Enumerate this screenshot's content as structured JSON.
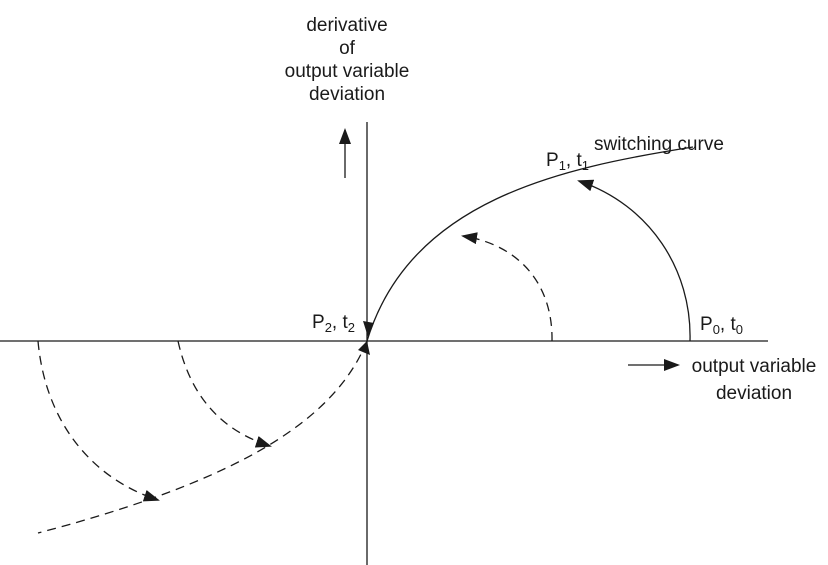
{
  "labels": {
    "y_axis": [
      "derivative",
      "of",
      "output variable",
      "deviation"
    ],
    "x_axis": [
      "output variable",
      "deviation"
    ],
    "switching_curve": "switching curve",
    "p0": {
      "name": "P",
      "sub": "0",
      "sep": ", ",
      "t": "t",
      "tsub": "0"
    },
    "p1": {
      "name": "P",
      "sub": "1",
      "sep": ", ",
      "t": "t",
      "tsub": "1"
    },
    "p2": {
      "name": "P",
      "sub": "2",
      "sep": ", ",
      "t": "t",
      "tsub": "2"
    }
  },
  "colors": {
    "line": "#1a1a1a",
    "background": "#ffffff"
  }
}
